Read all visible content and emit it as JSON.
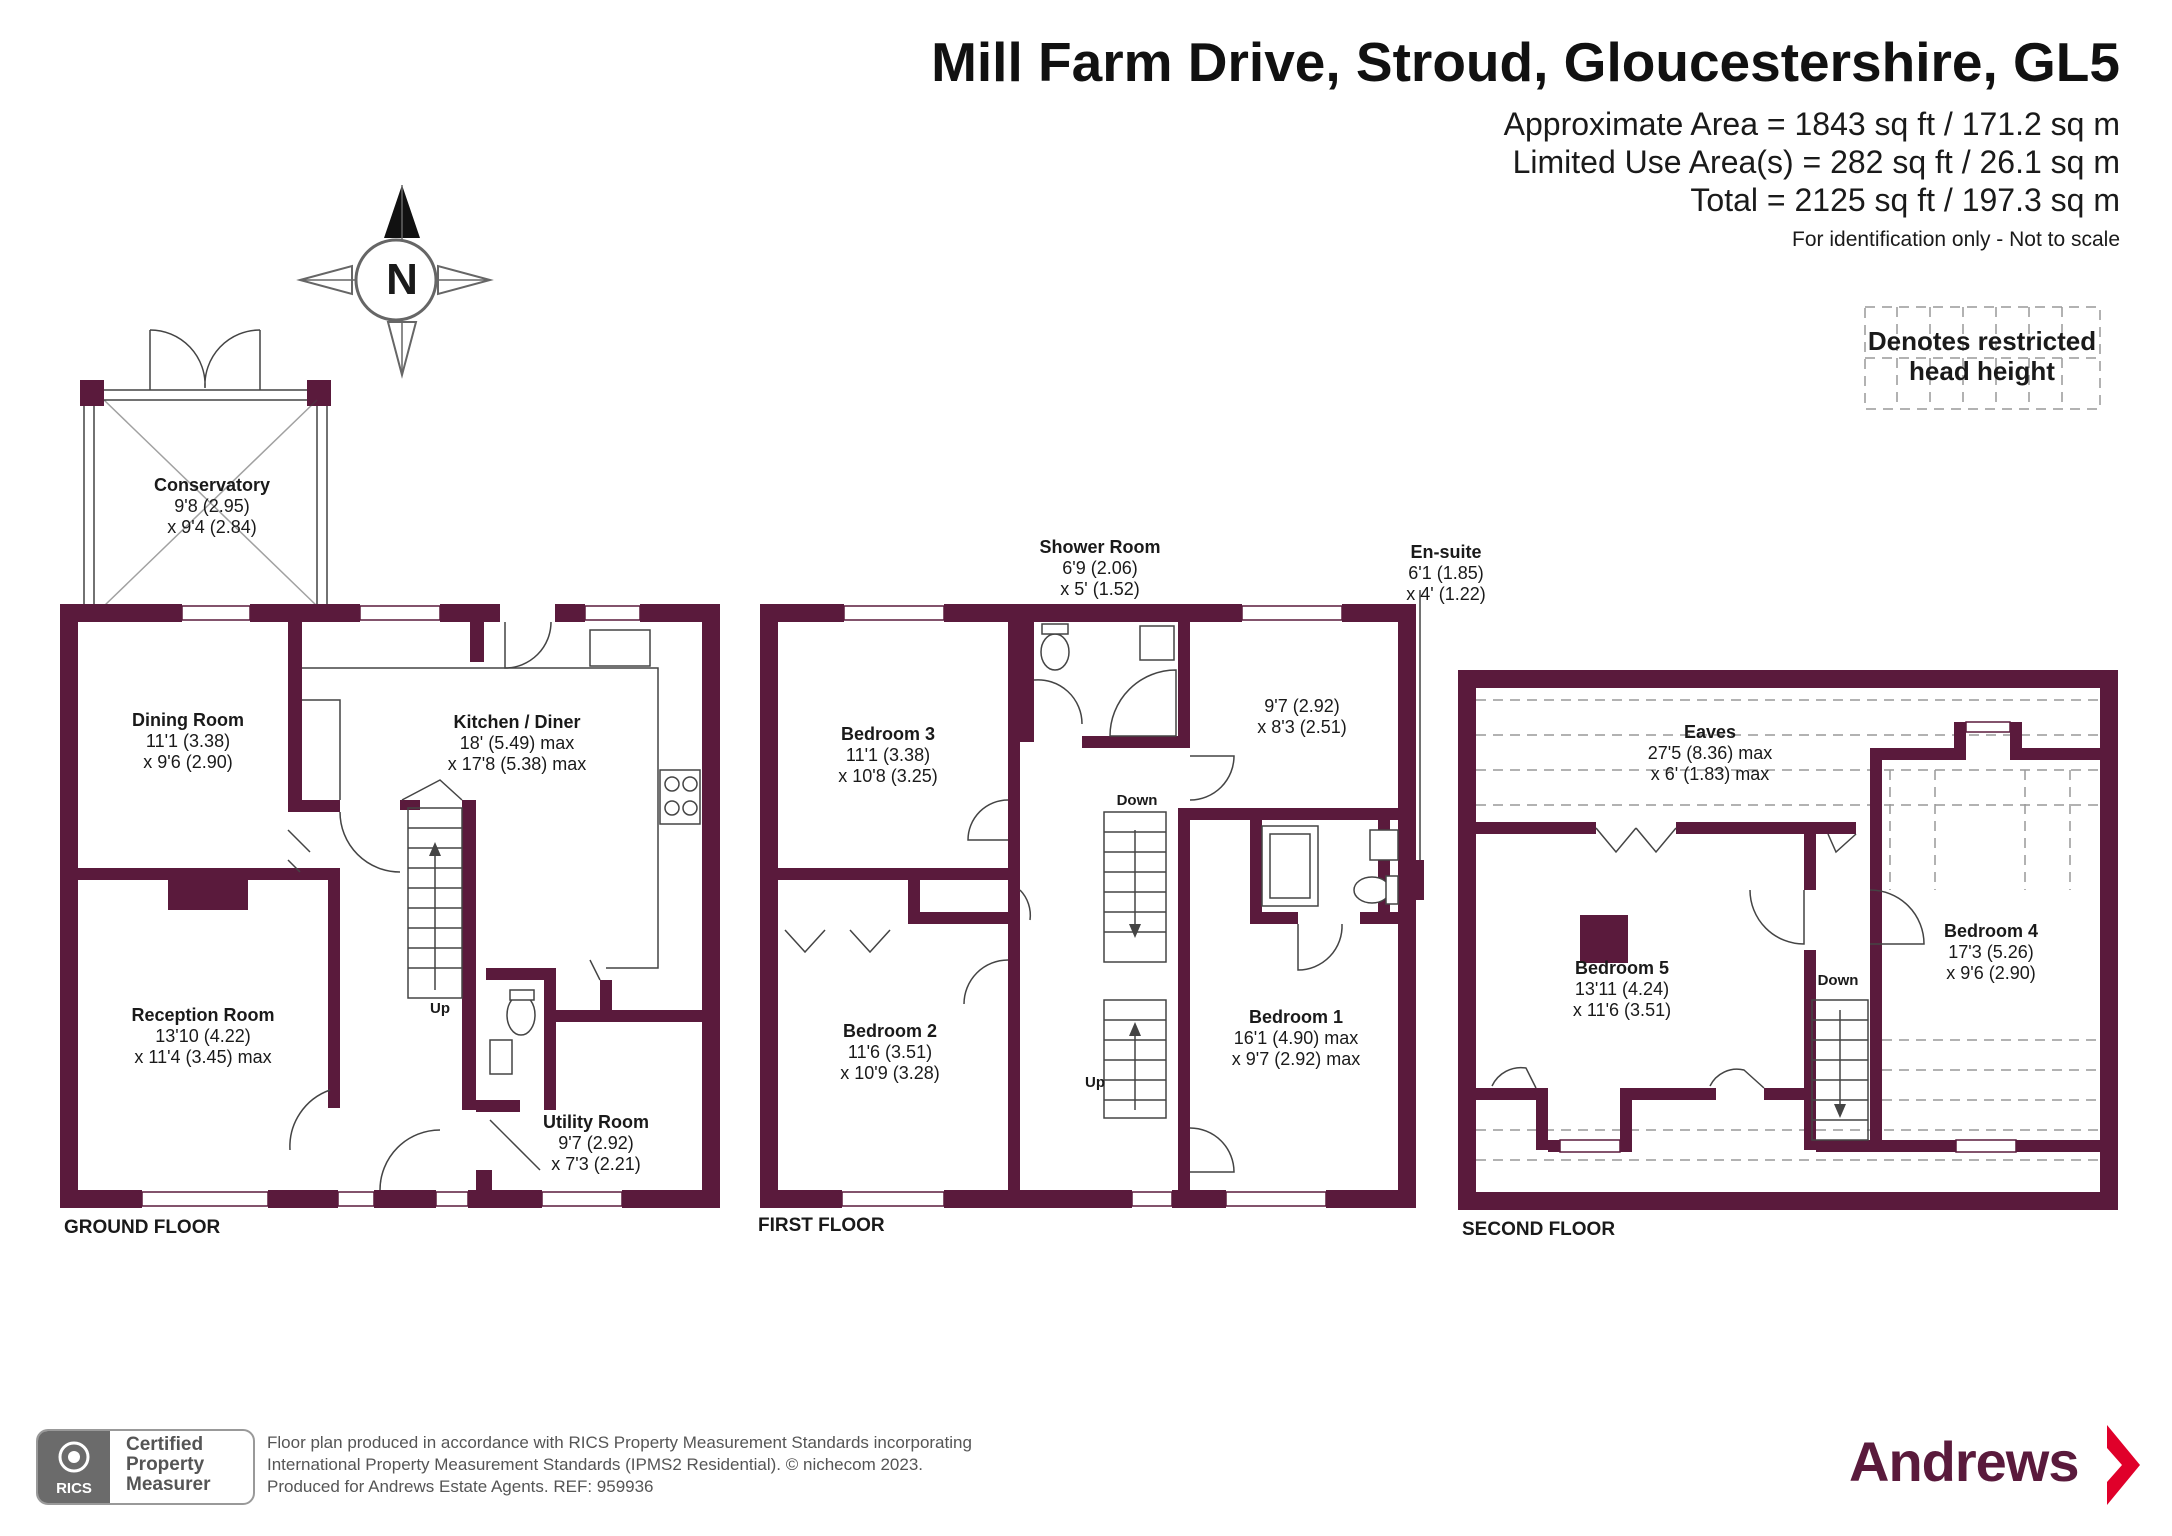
{
  "header": {
    "title": "Mill Farm Drive, Stroud, Gloucestershire, GL5",
    "approx_area": "Approximate Area = 1843 sq ft / 171.2 sq m",
    "limited_use": "Limited Use Area(s) = 282 sq ft / 26.1 sq m",
    "total": "Total = 2125 sq ft / 197.3 sq m",
    "note": "For identification only - Not to scale"
  },
  "legend": {
    "text": "Denotes restricted\nhead height"
  },
  "compass": {
    "label": "N"
  },
  "floors": {
    "ground": {
      "label": "GROUND FLOOR",
      "rooms": [
        {
          "name": "Conservatory",
          "dims": [
            "9'8 (2.95)",
            "x 9'4 (2.84)"
          ]
        },
        {
          "name": "Dining Room",
          "dims": [
            "11'1 (3.38)",
            "x 9'6 (2.90)"
          ]
        },
        {
          "name": "Kitchen / Diner",
          "dims": [
            "18' (5.49) max",
            "x 17'8 (5.38) max"
          ]
        },
        {
          "name": "Reception Room",
          "dims": [
            "13'10 (4.22)",
            "x 11'4 (3.45) max"
          ]
        },
        {
          "name": "Utility Room",
          "dims": [
            "9'7 (2.92)",
            "x 7'3 (2.21)"
          ]
        }
      ],
      "stairs": "Up"
    },
    "first": {
      "label": "FIRST FLOOR",
      "rooms": [
        {
          "name": "Shower Room",
          "dims": [
            "6'9 (2.06)",
            "x 5' (1.52)"
          ]
        },
        {
          "name": "En-suite",
          "dims": [
            "6'1 (1.85)",
            "x 4' (1.22)"
          ]
        },
        {
          "name": "",
          "dims": [
            "9'7 (2.92)",
            "x 8'3 (2.51)"
          ]
        },
        {
          "name": "Bedroom 3",
          "dims": [
            "11'1 (3.38)",
            "x 10'8 (3.25)"
          ]
        },
        {
          "name": "Bedroom 2",
          "dims": [
            "11'6 (3.51)",
            "x 10'9 (3.28)"
          ]
        },
        {
          "name": "Bedroom 1",
          "dims": [
            "16'1 (4.90) max",
            "x 9'7 (2.92) max"
          ]
        }
      ],
      "stairs_down": "Down",
      "stairs_up": "Up"
    },
    "second": {
      "label": "SECOND FLOOR",
      "rooms": [
        {
          "name": "Eaves",
          "dims": [
            "27'5 (8.36) max",
            "x 6' (1.83) max"
          ]
        },
        {
          "name": "Bedroom 5",
          "dims": [
            "13'11 (4.24)",
            "x 11'6 (3.51)"
          ]
        },
        {
          "name": "Bedroom 4",
          "dims": [
            "17'3 (5.26)",
            "x 9'6 (2.90)"
          ]
        }
      ],
      "stairs_down": "Down"
    }
  },
  "footer": {
    "lines": [
      "Floor plan produced in accordance with RICS Property Measurement Standards incorporating",
      "International Property Measurement Standards (IPMS2 Residential).   © nichecom 2023.",
      "Produced for Andrews Estate Agents.   REF:   959936"
    ]
  },
  "rics": {
    "logo_text": "RICS",
    "cert_text": "Certified\nProperty\nMeasurer"
  },
  "brand": {
    "name": "Andrews"
  },
  "colors": {
    "wall": "#5a1a3c",
    "text": "#1a1a1a",
    "grey": "#6b6b6b"
  }
}
